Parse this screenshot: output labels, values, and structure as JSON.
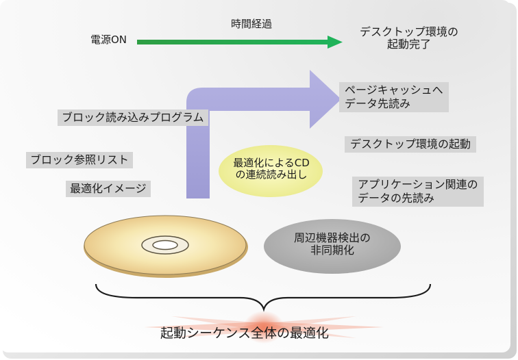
{
  "diagram": {
    "power_on": "電源ON",
    "time_elapsed": "時間経過",
    "desktop_ready_line1": "デスクトップ環境の",
    "desktop_ready_line2": "起動完了",
    "block_read_program": "ブロック読み込みプログラム",
    "block_ref_list": "ブロック参照リスト",
    "optimized_image": "最適化イメージ",
    "cd_read_line1": "最適化によるCD",
    "cd_read_line2": "の連続読み出し",
    "page_cache_line1": "ページキャッシュへ",
    "page_cache_line2": "データ先読み",
    "desktop_start": "デスクトップ環境の起動",
    "app_data_line1": "アプリケーション関連の",
    "app_data_line2": "データの先読み",
    "device_detect_line1": "周辺機器検出の",
    "device_detect_line2": "非同期化",
    "overall_opt": "起動シーケンス全体の最適化",
    "colors": {
      "timeline_arrow": "#1fa64a",
      "flow_arrow": "#a8a6da",
      "cd_ellipse": "#f1f09e",
      "device_ellipse": "#b5b5b5",
      "label_box": "#d5d5d5",
      "glow": "#f08060"
    }
  }
}
